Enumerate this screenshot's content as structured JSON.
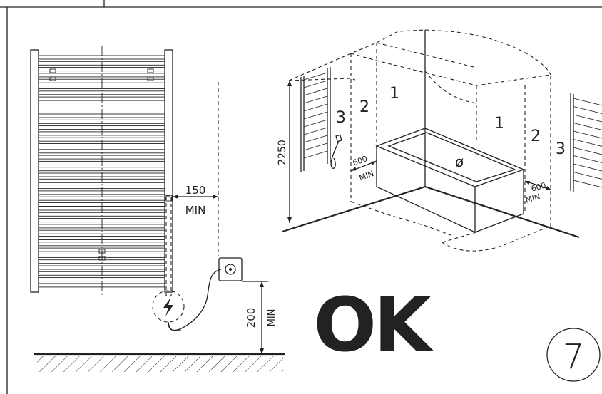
{
  "figure_number": "7",
  "ok_label": "OK",
  "left_view": {
    "clearance_side_value": "150",
    "clearance_side_unit": "MIN",
    "clearance_floor_value": "200",
    "clearance_floor_unit": "MIN"
  },
  "bathroom_zones": {
    "height_value": "2250",
    "zone_labels": {
      "z1_left": "1",
      "z2_left": "2",
      "z3_left": "3",
      "z1_right": "1",
      "z2_right": "2",
      "z3_right": "3"
    },
    "left_clearance_value": "600",
    "left_clearance_unit": "MIN",
    "right_clearance_value": "600",
    "right_clearance_unit": "MIN",
    "diameter_symbol": "ø"
  },
  "colors": {
    "ink": "#222222",
    "paper": "#ffffff"
  }
}
